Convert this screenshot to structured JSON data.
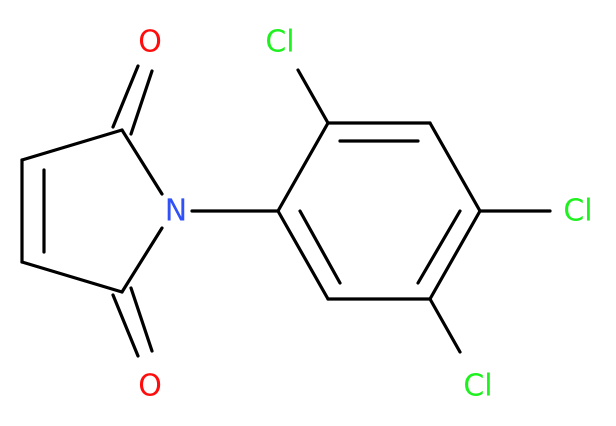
{
  "molecule": {
    "atoms": [
      {
        "key": "O_top",
        "symbol": "O",
        "color": "#ff0d0d"
      },
      {
        "key": "O_bottom",
        "symbol": "O",
        "color": "#ff0d0d"
      },
      {
        "key": "N",
        "symbol": "N",
        "color": "#3050f8"
      },
      {
        "key": "Cl_top",
        "symbol": "Cl",
        "color": "#1ff01f"
      },
      {
        "key": "Cl_right",
        "symbol": "Cl",
        "color": "#1ff01f"
      },
      {
        "key": "Cl_bottom",
        "symbol": "Cl",
        "color": "#1ff01f"
      }
    ],
    "bond_color": "#000000"
  }
}
